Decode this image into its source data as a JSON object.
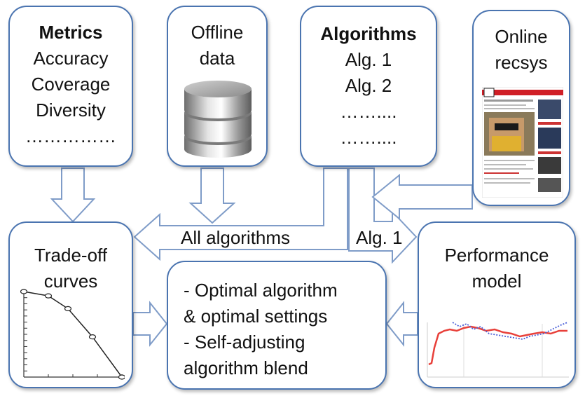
{
  "metrics": {
    "title": "Metrics",
    "items": [
      "Accuracy",
      "Coverage",
      "Diversity",
      "……………"
    ]
  },
  "offline": {
    "lines": [
      "Offline",
      "data"
    ],
    "icon": "database-icon"
  },
  "algorithms": {
    "title": "Algorithms",
    "items": [
      "Alg. 1",
      "Alg. 2",
      "……....",
      "……...."
    ]
  },
  "online": {
    "lines": [
      "Online",
      "recsys"
    ],
    "icon": "webpage-screenshot"
  },
  "tradeoff": {
    "lines": [
      "Trade-off",
      "curves"
    ],
    "curve_points": [
      [
        0.0,
        1.0
      ],
      [
        0.25,
        0.95
      ],
      [
        0.45,
        0.8
      ],
      [
        0.7,
        0.47
      ],
      [
        1.0,
        0.0
      ]
    ]
  },
  "center": {
    "lines": [
      "- Optimal algorithm",
      "& optimal settings",
      "- Self-adjusting",
      "algorithm blend"
    ]
  },
  "performance": {
    "lines": [
      "Performance",
      "model"
    ]
  },
  "labels": {
    "all_algorithms": "All algorithms",
    "alg1": "Alg. 1"
  },
  "colors": {
    "box_border": "#4a74b0",
    "arrow_fill": "#ffffff",
    "arrow_stroke": "#7f9cc8",
    "red_series": "#e8403a",
    "blue_series": "#4a5fd8"
  }
}
